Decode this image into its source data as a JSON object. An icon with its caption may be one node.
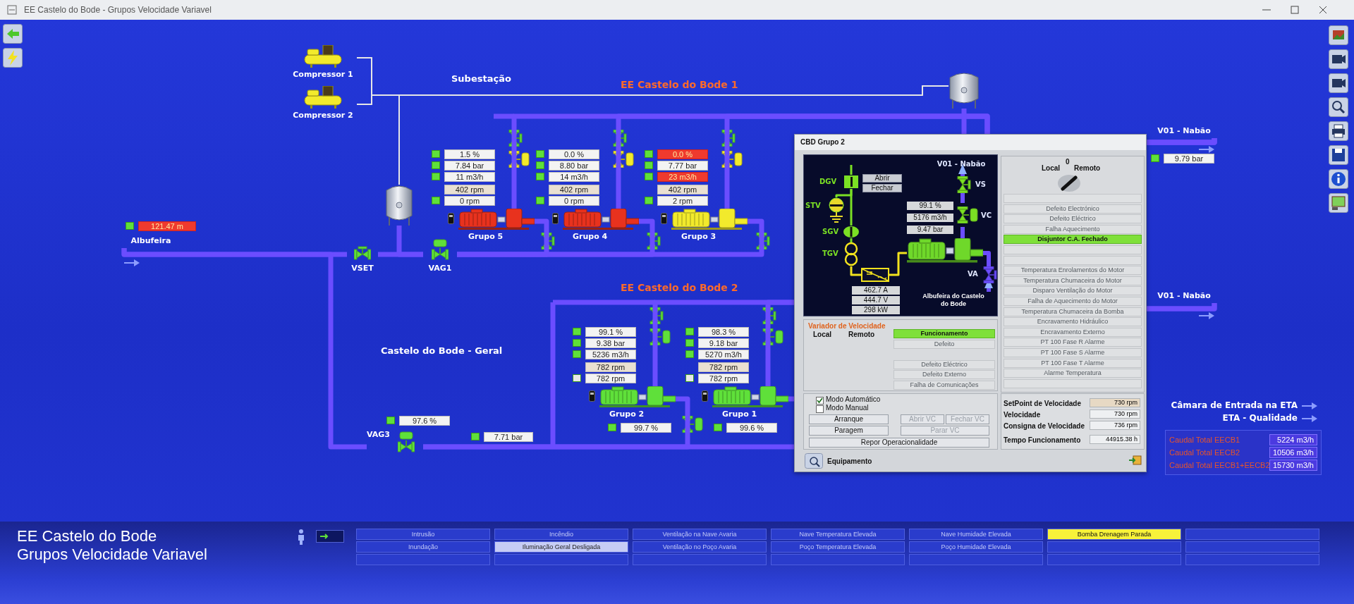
{
  "diagram": {
    "title": "EE Castelo do Bode - Grupos Velocidade Variavel",
    "nodes": [
      {
        "text": [
          "Compressor 1"
        ]
      },
      {
        "text": [
          "Compressor 2"
        ]
      },
      {
        "text": [],
        "shape": "cylinder"
      },
      {
        "text": [],
        "shape": "cylinder"
      },
      {
        "text": [
          "VSET"
        ]
      },
      {
        "text": [
          "VAG1"
        ]
      },
      {
        "text": [
          "Grupo 5"
        ],
        "beside": [
          "1.5 %",
          "7.84 bar",
          "11 m3/h",
          "402 rpm",
          "0 rpm"
        ]
      },
      {
        "text": [
          "Grupo 4"
        ],
        "beside": [
          "0.0 %",
          "8.80 bar",
          "14 m3/h",
          "402 rpm",
          "0 rpm"
        ]
      },
      {
        "text": [
          "Grupo 3"
        ],
        "beside": [
          "0.0 %",
          "7.77 bar",
          "23 m3/h",
          "402 rpm",
          "2 rpm"
        ]
      },
      {
        "text": [
          "VAG3"
        ],
        "beside": [
          "97.6 %"
        ]
      },
      {
        "text": [
          "Grupo 2"
        ],
        "beside": [
          "99.1 %",
          "9.38 bar",
          "5236 m3/h",
          "782 rpm",
          "782 rpm"
        ]
      },
      {
        "text": [
          "Grupo 1"
        ],
        "beside": [
          "98.3 %",
          "9.18 bar",
          "5270 m3/h",
          "782 rpm",
          "782 rpm"
        ]
      },
      {
        "text": [
          "Albufeira"
        ],
        "beside": [
          "121.47 m"
        ]
      },
      {
        "text": [
          "V01 - Nabão"
        ],
        "beside": [
          "9.79 bar"
        ]
      },
      {
        "text": [
          "V01 - Nabão"
        ]
      },
      {
        "text": [
          "CBD Grupo 2",
          "Equipamento"
        ]
      },
      {
        "text": [],
        "shape": "box",
        "in": 15
      },
      {
        "text": [
          "DGV"
        ],
        "in": 16
      },
      {
        "text": [
          "STV"
        ],
        "in": 16
      },
      {
        "text": [
          "SGV"
        ],
        "in": 16
      },
      {
        "text": [
          "TGV"
        ],
        "in": 16
      },
      {
        "text": [],
        "shape": "box",
        "in": 16
      },
      {
        "text": [],
        "shape": "picture",
        "in": 16
      },
      {
        "text": [
          "VC"
        ],
        "in": 16
      },
      {
        "text": [
          "VS"
        ],
        "in": 16
      },
      {
        "text": [
          "V01 - Nabão"
        ],
        "in": 16
      },
      {
        "text": [
          "VA"
        ],
        "in": 16
      },
      {
        "text": [
          "Variador de Velocidade"
        ],
        "in": 15
      },
      {
        "text": [
          "Albufeira do Castelo do Bode"
        ],
        "in": 16
      }
    ],
    "edges": [
      {
        "from": 0,
        "to": 2,
        "arrow": "none",
        "color": "#e6e6e6"
      },
      {
        "from": 1,
        "to": 2,
        "arrow": "none",
        "color": "#e6e6e6"
      },
      {
        "from": 0,
        "to": 3,
        "arrow": "none",
        "color": "#e6e6e6"
      },
      {
        "from": 1,
        "to": 3,
        "arrow": "none",
        "color": "#e6e6e6"
      },
      {
        "from": 12,
        "to": 4,
        "arrow": "none"
      },
      {
        "from": 4,
        "to": 5,
        "arrow": "none"
      },
      {
        "from": 5,
        "to": 6,
        "arrow": "none"
      },
      {
        "from": 5,
        "to": 7,
        "arrow": "none"
      },
      {
        "from": 5,
        "to": 8,
        "arrow": "none"
      },
      {
        "from": 6,
        "to": 13,
        "arrow": "none"
      },
      {
        "from": 7,
        "to": 13,
        "arrow": "none"
      },
      {
        "from": 8,
        "to": 13,
        "arrow": "none"
      },
      {
        "from": 12,
        "to": 9,
        "arrow": "none"
      },
      {
        "from": 9,
        "to": 10,
        "arrow": "none"
      },
      {
        "from": 9,
        "to": 11,
        "arrow": "none"
      },
      {
        "from": 10,
        "to": 14,
        "arrow": "none"
      },
      {
        "from": 11,
        "to": 14,
        "arrow": "none"
      },
      {
        "from": 17,
        "to": 19,
        "arrow": "none",
        "color": "#7be024"
      },
      {
        "from": 17,
        "to": 18,
        "arrow": "none",
        "color": "#7be024"
      },
      {
        "from": 19,
        "to": 20,
        "arrow": "none",
        "color": "#7be024"
      },
      {
        "from": 20,
        "to": 21,
        "arrow": "none",
        "color": "#f2e21e"
      },
      {
        "from": 21,
        "to": 22,
        "arrow": "none",
        "color": "#f2e21e"
      },
      {
        "from": 22,
        "to": 23,
        "arrow": "none"
      },
      {
        "from": 23,
        "to": 24,
        "arrow": "none"
      },
      {
        "from": 24,
        "to": 25,
        "arrow": "to"
      },
      {
        "from": 22,
        "to": 26,
        "arrow": "none"
      },
      {
        "from": 2,
        "to": 5,
        "arrow": "none"
      },
      {
        "from": 3,
        "to": 13,
        "arrow": "none"
      },
      {
        "from": 28,
        "to": 26,
        "arrow": "to"
      }
    ],
    "labels": [
      "Subestação",
      "EE Castelo do Bode 1",
      "EE Castelo do Bode 2",
      "Castelo do Bode - Geral",
      "99.7 %",
      "99.6 %",
      "7.71 bar",
      "Câmara de Entrada na ETA",
      "ETA - Qualidade",
      "Caudal Total EECB1",
      "5224 m3/h",
      "Caudal Total EECB2",
      "10506 m3/h",
      "Caudal Total EECB1+EECB2",
      "15730 m3/h",
      "Abrir",
      "Fechar",
      "99.1 %",
      "5176 m3/h",
      "9.47 bar",
      "462.7 A",
      "444.7 V",
      "298 kW",
      "Local",
      "Remoto",
      "Funcionamento",
      "Defeito",
      "Defeito Eléctrico",
      "Defeito Externo",
      "Falha de Comunicações",
      "Local",
      "0",
      "Remoto",
      "Defeito Electrónico",
      "Defeito Eléctrico",
      "Falha Aquecimento",
      "Disjuntor C.A. Fechado",
      "Temperatura Enrolamentos do Motor",
      "Temperatura Chumaceira do Motor",
      "Disparo Ventilação do Motor",
      "Falha de Aquecimento do Motor",
      "Temperatura Chumaceira da Bomba",
      "Encravamento Hidráulico",
      "Encravamento Externo",
      "PT 100 Fase R Alarme",
      "PT 100 Fase S Alarme",
      "PT 100 Fase T Alarme",
      "Alarme Temperatura",
      "Modo Automático",
      "Modo Manual",
      "Arranque",
      "Abrir VC",
      "Fechar VC",
      "Paragem",
      "Parar VC",
      "Repor Operacionalidade",
      "SetPoint de Velocidade",
      "730 rpm",
      "Velocidade",
      "730 rpm",
      "Consigna de Velocidade",
      "736 rpm",
      "Tempo Funcionamento",
      "44915.38 h",
      "EE Castelo do Bode",
      "Grupos Velocidade Variavel",
      "Intrusão",
      "Inundação",
      "Incêndio",
      "Iluminação Geral Desligada",
      "Ventilação na Nave Avaria",
      "Ventilação no Poço Avaria",
      "Nave Temperatura Elevada",
      "Poço Temperatura Elevada",
      "Nave Humidade Elevada",
      "Poço Humidade Elevada",
      "Bomba Drenagem Parada"
    ]
  }
}
